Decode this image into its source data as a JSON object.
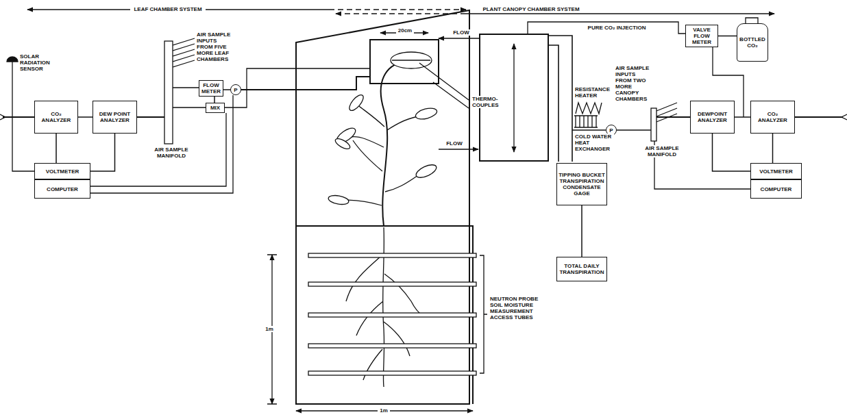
{
  "diagram": {
    "nodes": [
      {
        "text": [
          "CO₂ ANALYZER"
        ]
      },
      {
        "text": [
          "DEW POINT ANALYZER"
        ]
      },
      {
        "text": [
          "VOLTMETER"
        ]
      },
      {
        "text": [
          "COMPUTER"
        ]
      },
      {
        "text": [
          "FLOW METER"
        ]
      },
      {
        "text": [
          "P"
        ]
      },
      {
        "text": [
          "MIX"
        ]
      },
      {
        "text": [
          "VALVE FLOW METER"
        ]
      },
      {
        "text": [
          "BOTTLED CO₂"
        ]
      },
      {
        "text": [
          "P"
        ]
      },
      {
        "text": [
          "DEWPOINT ANALYZER"
        ]
      },
      {
        "text": [
          "CO₂ ANALYZER"
        ]
      },
      {
        "text": [
          "VOLTMETER"
        ]
      },
      {
        "text": [
          "COMPUTER"
        ]
      },
      {
        "text": [
          "TIPPING BUCKET TRANSPIRATION CONDENSATE GAGE"
        ]
      },
      {
        "text": [
          "TOTAL DAILY TRANSPIRATION"
        ]
      }
    ],
    "edges": [
      {
        "from": 0,
        "to": 1,
        "arrow": "none"
      },
      {
        "from": 0,
        "to": 2,
        "arrow": "none"
      },
      {
        "from": 1,
        "to": 2,
        "arrow": "none"
      },
      {
        "from": 4,
        "to": 5,
        "arrow": "none"
      },
      {
        "from": 4,
        "to": 6,
        "arrow": "none"
      },
      {
        "from": 8,
        "to": 7,
        "arrow": "none"
      },
      {
        "from": 10,
        "to": 11,
        "arrow": "none"
      },
      {
        "from": 11,
        "to": 12,
        "arrow": "none"
      },
      {
        "from": 10,
        "to": 12,
        "arrow": "none"
      },
      {
        "from": 14,
        "to": 15,
        "arrow": "none"
      }
    ],
    "labels": [
      "LEAF CHAMBER SYSTEM",
      "PLANT CANOPY CHAMBER SYSTEM",
      "SOLAR RADIATION SENSOR",
      "AIR SAMPLE INPUTS FROM FIVE MORE LEAF CHAMBERS",
      "AIR SAMPLE MANIFOLD",
      "20cm",
      "THERMO- COUPLES",
      "FLOW",
      "FLOW",
      "PURE CO₂ INJECTION",
      "RESISTANCE HEATER",
      "AIR SAMPLE INPUTS FROM TWO MORE CANOPY CHAMBERS",
      "AIR SAMPLE MANIFOLD",
      "COLD WATER HEAT EXCHANGER",
      "NEUTRON PROBE SOIL MOISTURE MEASUREMENT ACCESS TUBES",
      "1m",
      "1m"
    ]
  }
}
